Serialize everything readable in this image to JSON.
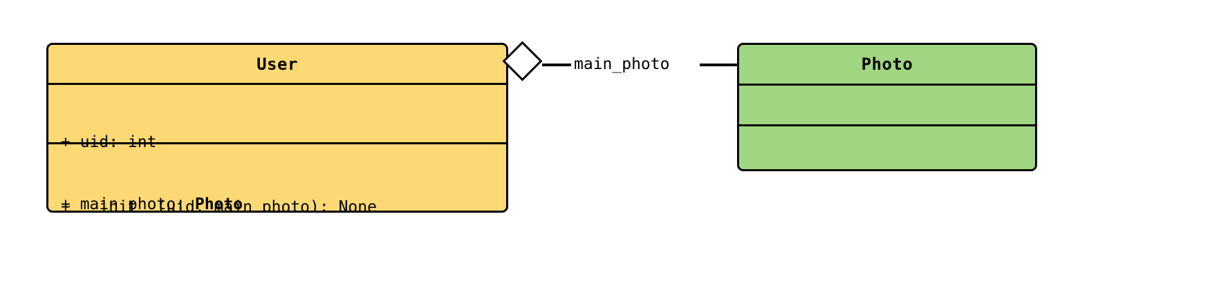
{
  "diagram": {
    "kind": "uml-class-diagram",
    "background_color": "#ffffff",
    "classes": [
      {
        "id": "user",
        "name": "User",
        "fill_color": "#FCD975",
        "border_color": "#000000",
        "attributes": [
          {
            "visibility": "+",
            "text": "+ uid: int",
            "prefix": "+ uid: int",
            "type_ref": ""
          },
          {
            "visibility": "+",
            "text": "+ main_photo: Photo",
            "prefix": "+ main_photo: ",
            "type_ref": "Photo"
          }
        ],
        "methods": [
          {
            "visibility": "+",
            "text": "+ __init__(uid, main_photo): None",
            "prefix": "+ __init__(uid, main_photo): None",
            "type_ref": ""
          }
        ]
      },
      {
        "id": "photo",
        "name": "Photo",
        "fill_color": "#A0D681",
        "border_color": "#000000",
        "attributes": [],
        "methods": []
      }
    ],
    "relationships": [
      {
        "id": "user-photo-aggregation",
        "type": "aggregation",
        "source": "User",
        "target": "Photo",
        "marker": "hollow-diamond",
        "label": "main_photo"
      }
    ]
  }
}
